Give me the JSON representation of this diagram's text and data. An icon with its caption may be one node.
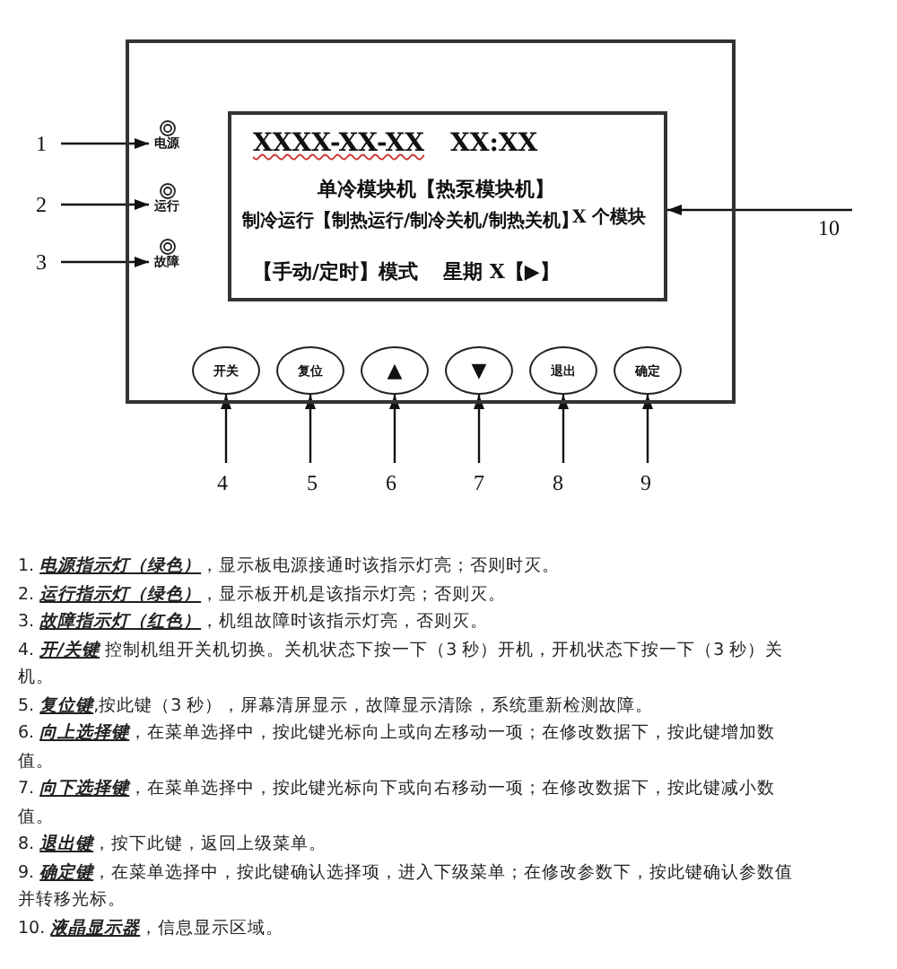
{
  "diagram": {
    "nodes": [
      {
        "text": [],
        "shape": "box"
      },
      {
        "text": [
          "电源"
        ],
        "in": 0
      },
      {
        "text": [
          "运行"
        ],
        "in": 0
      },
      {
        "text": [
          "故障"
        ],
        "in": 0
      },
      {
        "text": [
          "XXXX-XX-XX",
          "XX:XX",
          "单冷模块机【热泵模块机】",
          "制冷运行【制热运行/制冷关机/制热关机】",
          "X 个模块",
          "【手动/定时】模式",
          "星期 X【▶】"
        ],
        "in": 0
      },
      {
        "text": [
          "开关"
        ],
        "in": 0
      },
      {
        "text": [
          "复位"
        ],
        "in": 0
      },
      {
        "text": [
          "▲"
        ],
        "in": 0
      },
      {
        "text": [
          "▼"
        ],
        "in": 0
      },
      {
        "text": [
          "退出"
        ],
        "in": 0
      },
      {
        "text": [
          "确定"
        ],
        "in": 0
      },
      {
        "text": [
          "1"
        ]
      },
      {
        "text": [
          "2"
        ]
      },
      {
        "text": [
          "3"
        ]
      },
      {
        "text": [
          "4"
        ]
      },
      {
        "text": [
          "5"
        ]
      },
      {
        "text": [
          "6"
        ]
      },
      {
        "text": [
          "7"
        ]
      },
      {
        "text": [
          "8"
        ]
      },
      {
        "text": [
          "9"
        ]
      },
      {
        "text": [
          "10"
        ]
      }
    ],
    "edges": [
      {
        "from": 11,
        "to": 1,
        "arrow": "to"
      },
      {
        "from": 12,
        "to": 2,
        "arrow": "to"
      },
      {
        "from": 13,
        "to": 3,
        "arrow": "to"
      },
      {
        "from": 14,
        "to": 5,
        "arrow": "to"
      },
      {
        "from": 15,
        "to": 6,
        "arrow": "to"
      },
      {
        "from": 16,
        "to": 7,
        "arrow": "to"
      },
      {
        "from": 17,
        "to": 8,
        "arrow": "to"
      },
      {
        "from": 18,
        "to": 9,
        "arrow": "to"
      },
      {
        "from": 19,
        "to": 10,
        "arrow": "to"
      },
      {
        "from": 20,
        "to": 4,
        "arrow": "to"
      }
    ],
    "labels": [
      "1. *电源指示灯（绿色）*，显示板电源接通时该指示灯亮；否则时灭。",
      "2. *运行指示灯（绿色）*，显示板开机是该指示灯亮；否则灭。",
      "3. *故障指示灯（红色）*，机组故障时该指示灯亮，否则灭。",
      "4. *开/关键* 控制机组开关机切换。关机状态下按一下（3 秒）开机，开机状态下按一下（3 秒）关机。",
      "5. *复位键*,按此键（3 秒），屏幕清屏显示，故障显示清除，系统重新检测故障。",
      "6. *向上选择键*，在菜单选择中，按此键光标向上或向左移动一项；在修改数据下，按此键增加数值。",
      "7. *向下选择键*，在菜单选择中，按此键光标向下或向右移动一项；在修改数据下，按此键减小数值。",
      "8. *退出键*，按下此键，返回上级菜单。",
      "9. *确定键*，在菜单选择中，按此键确认选择项，进入下级菜单；在修改参数下，按此键确认参数值并转移光标。",
      "10. *液晶显示器*，信息显示区域。"
    ]
  }
}
